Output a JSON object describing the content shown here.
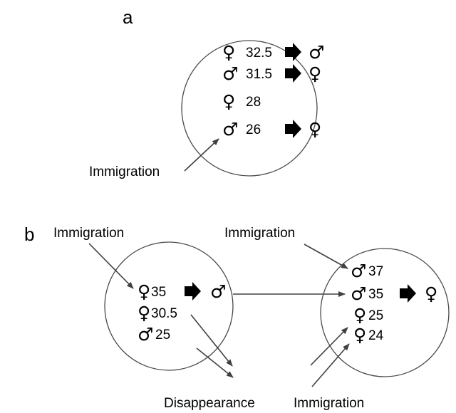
{
  "colors": {
    "line": "#404040",
    "circle": "#4a4a4a",
    "text": "#000000",
    "background": "#ffffff"
  },
  "symbols": {
    "female": "♀",
    "male": "♂"
  },
  "panel_a": {
    "label": "a",
    "rows": [
      {
        "from": "female",
        "value": "32.5",
        "change": true,
        "to": "male"
      },
      {
        "from": "male",
        "value": "31.5",
        "change": true,
        "to": "female"
      },
      {
        "from": "female",
        "value": "28",
        "change": false,
        "to": ""
      },
      {
        "from": "male",
        "value": "26",
        "change": true,
        "to": "female"
      }
    ],
    "immigration_label": "Immigration"
  },
  "panel_b": {
    "label": "b",
    "left_rows": [
      {
        "from": "female",
        "value": "35",
        "change": true,
        "to": "male"
      },
      {
        "from": "female",
        "value": "30.5",
        "change": false,
        "to": ""
      },
      {
        "from": "male",
        "value": "25",
        "change": false,
        "to": ""
      }
    ],
    "right_rows": [
      {
        "from": "male",
        "value": "37",
        "change": false,
        "to": ""
      },
      {
        "from": "male",
        "value": "35",
        "change": true,
        "to": "female"
      },
      {
        "from": "female",
        "value": "25",
        "change": false,
        "to": ""
      },
      {
        "from": "female",
        "value": "24",
        "change": false,
        "to": ""
      }
    ],
    "immigration_left_label": "Immigration",
    "immigration_right_label": "Immigration",
    "disappearance_label": "Disappearance",
    "immigration_bottom_label": "Immigration"
  }
}
